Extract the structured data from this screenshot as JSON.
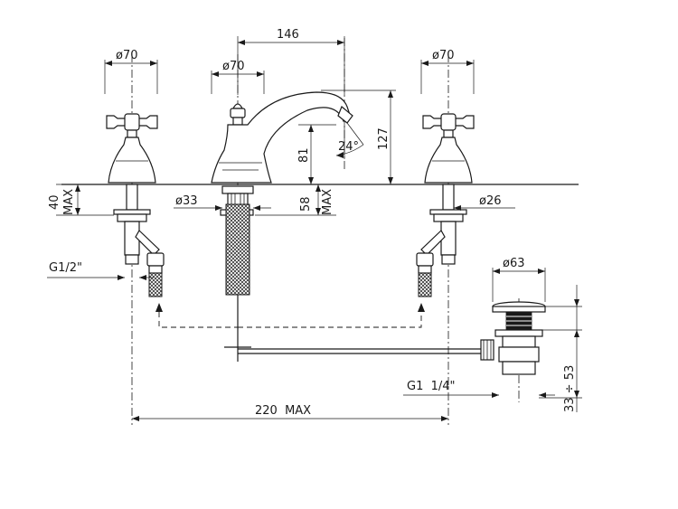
{
  "dimensions": {
    "spout_reach": "146",
    "left_handle_dia": "ø70",
    "spout_base_dia": "ø70",
    "right_handle_dia": "ø70",
    "overall_height": "127",
    "spout_height": "81",
    "spout_angle": "24°",
    "deck_thickness_max_left": "40",
    "deck_max_label_left": "MAX",
    "deck_thickness_max_center": "58",
    "deck_max_label_center": "MAX",
    "spout_hole_dia": "ø33",
    "valve_hole_dia": "ø26",
    "inlet_thread": "G1/2\"",
    "waste_top_dia": "ø63",
    "waste_thread": "G1  1/4\"",
    "waste_height_range": "33 ÷ 53",
    "max_spread": "220  MAX"
  }
}
